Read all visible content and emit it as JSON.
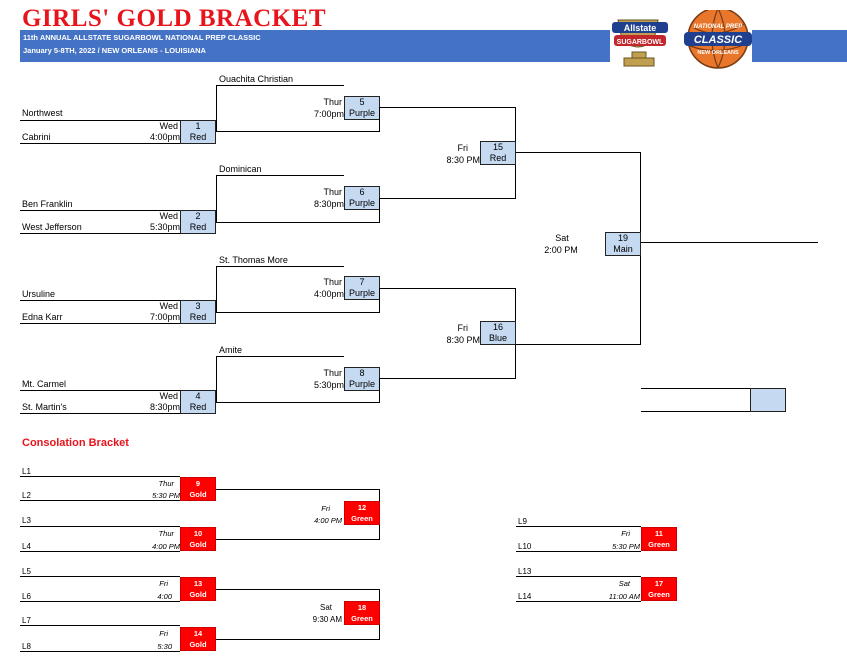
{
  "header": {
    "title": "GIRLS' GOLD BRACKET",
    "subtitle_line1": "11th ANNUAL ALLSTATE SUGARBOWL NATIONAL PREP CLASSIC",
    "subtitle_line2": "January 5-8TH, 2022 /  NEW ORLEANS - LOUISIANA",
    "logo_text": [
      "Allstate",
      "SUGARBOWL",
      "NATIONAL PREP",
      "CLASSIC",
      "NEW ORLEANS"
    ]
  },
  "teams": {
    "northwest": "Northwest",
    "cabrini": "Cabrini",
    "ouachita": "Ouachita Christian",
    "dominican": "Dominican",
    "ben_franklin": "Ben Franklin",
    "west_jefferson": "West Jefferson",
    "st_thomas": "St. Thomas More",
    "ursuline": "Ursuline",
    "edna_karr": "Edna Karr",
    "amite": "Amite",
    "mt_carmel": "Mt. Carmel",
    "st_martins": "St. Martin's"
  },
  "games": {
    "g1": {
      "day": "Wed",
      "time": "4:00pm",
      "num": "1",
      "court": "Red"
    },
    "g2": {
      "day": "Wed",
      "time": "5:30pm",
      "num": "2",
      "court": "Red"
    },
    "g3": {
      "day": "Wed",
      "time": "7:00pm",
      "num": "3",
      "court": "Red"
    },
    "g4": {
      "day": "Wed",
      "time": "8:30pm",
      "num": "4",
      "court": "Red"
    },
    "g5": {
      "day": "Thur",
      "time": "7:00pm",
      "num": "5",
      "court": "Purple"
    },
    "g6": {
      "day": "Thur",
      "time": "8:30pm",
      "num": "6",
      "court": "Purple"
    },
    "g7": {
      "day": "Thur",
      "time": "4:00pm",
      "num": "7",
      "court": "Purple"
    },
    "g8": {
      "day": "Thur",
      "time": "5:30pm",
      "num": "8",
      "court": "Purple"
    },
    "g15": {
      "day": "Fri",
      "time": "8:30 PM",
      "num": "15",
      "court": "Red"
    },
    "g16": {
      "day": "Fri",
      "time": "8:30 PM",
      "num": "16",
      "court": "Blue"
    },
    "g19": {
      "day": "Sat",
      "time": "2:00 PM",
      "num": "19",
      "court": "Main"
    }
  },
  "consolation": {
    "title": "Consolation Bracket",
    "labels": [
      "L1",
      "L2",
      "L3",
      "L4",
      "L5",
      "L6",
      "L7",
      "L8",
      "L9",
      "L10",
      "L13",
      "L14"
    ],
    "g9": {
      "day": "Thur",
      "time": "5:30 PM",
      "num": "9",
      "court": "Gold"
    },
    "g10": {
      "day": "Thur",
      "time": "4:00 PM",
      "num": "10",
      "court": "Gold"
    },
    "g13": {
      "day": "Fri",
      "time": "4:00",
      "num": "13",
      "court": "Gold"
    },
    "g14": {
      "day": "Fri",
      "time": "5:30",
      "num": "14",
      "court": "Gold"
    },
    "g12": {
      "day": "Fri",
      "time": "4:00 PM",
      "num": "12",
      "court": "Green"
    },
    "g18": {
      "day": "Sat",
      "time": "9:30 AM",
      "num": "18",
      "court": "Green"
    },
    "g11": {
      "day": "Fri",
      "time": "5:30 PM",
      "num": "11",
      "court": "Green"
    },
    "g17": {
      "day": "Sat",
      "time": "11:00 AM",
      "num": "17",
      "court": "Green"
    }
  },
  "colors": {
    "title_red": "#e8141c",
    "banner_blue": "#4472c4",
    "box_blue": "#c5d9f1",
    "cons_red": "#ff0000"
  }
}
